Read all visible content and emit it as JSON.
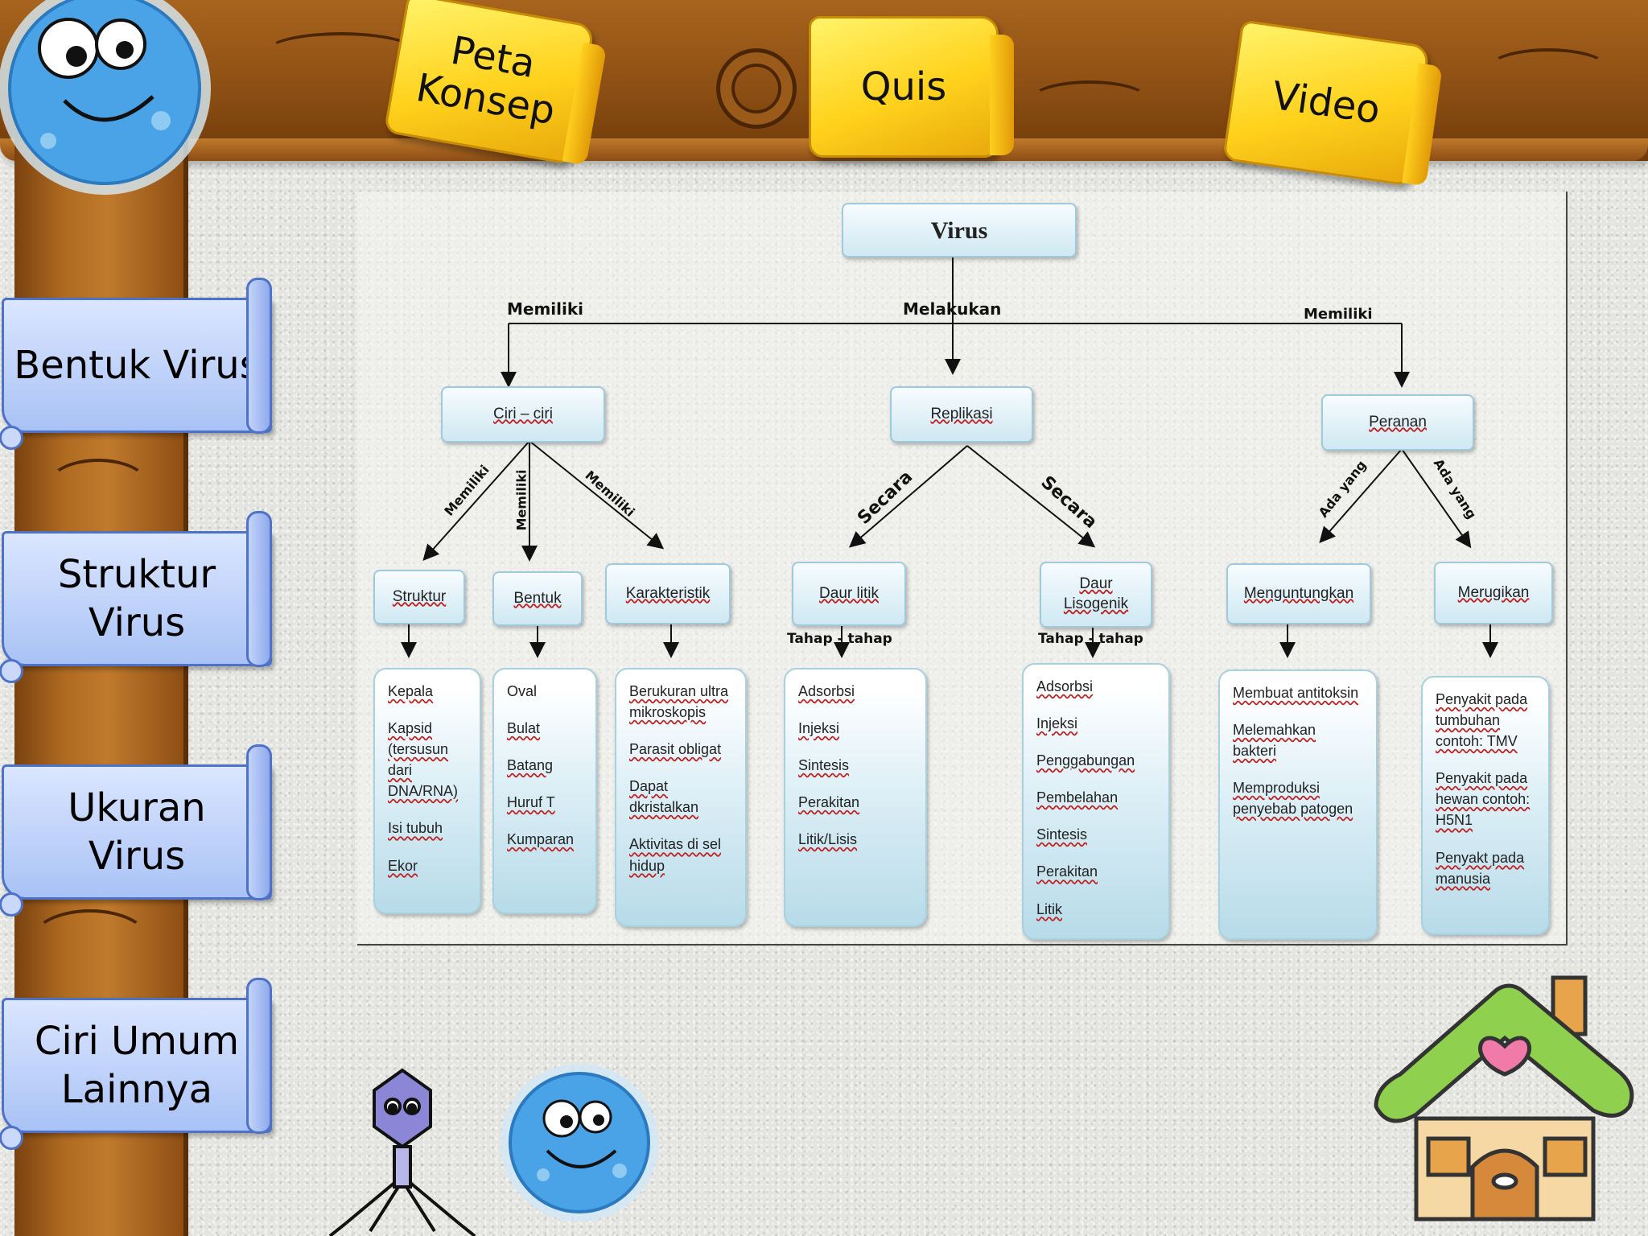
{
  "nav": {
    "folders": [
      {
        "label": "Peta Konsep",
        "line1": "Peta",
        "line2": "Konsep"
      },
      {
        "label": "Quis"
      },
      {
        "label": "Video"
      }
    ],
    "side_menu": [
      {
        "label": "Bentuk Virus"
      },
      {
        "label": "Struktur Virus",
        "line1": "Struktur",
        "line2": "Virus"
      },
      {
        "label": "Ukuran Virus",
        "line1": "Ukuran",
        "line2": "Virus"
      },
      {
        "label": "Ciri Umum Lainnya",
        "line1": "Ciri Umum",
        "line2": "Lainnya"
      }
    ]
  },
  "map": {
    "root": "Virus",
    "edge_labels": {
      "memiliki_left": "Memiliki",
      "melakukan": "Melakukan",
      "memiliki_right": "Memiliki",
      "ciri_1": "Memiliki",
      "ciri_2": "Memiliki",
      "ciri_3": "Memiliki",
      "secara_1": "Secara",
      "secara_2": "Secara",
      "ada_1": "Ada yang",
      "ada_2": "Ada yang",
      "tahap_1": "Tahap - tahap",
      "tahap_2": "Tahap - tahap"
    },
    "level1": {
      "ciri": "Ciri – ciri",
      "replikasi": "Replikasi",
      "peranan": "Peranan"
    },
    "level2": {
      "struktur": "Struktur",
      "bentuk": "Bentuk",
      "karakteristik": "Karakteristik",
      "daur_litik": "Daur litik",
      "daur_lisogenik": "Daur Lisogenik",
      "menguntungkan": "Menguntungkan",
      "merugikan": "Merugikan"
    },
    "lists": {
      "struktur": [
        "Kepala",
        "Kapsid (tersusun dari DNA/RNA)",
        "Isi tubuh",
        "Ekor"
      ],
      "bentuk": [
        "Oval",
        "Bulat",
        "Batang",
        "Huruf T",
        "Kumparan"
      ],
      "karakteristik": [
        "Berukuran ultra mikroskopis",
        "Parasit obligat",
        "Dapat dkristalkan",
        "Aktivitas di sel hidup"
      ],
      "daur_litik": [
        "Adsorbsi",
        "Injeksi",
        "Sintesis",
        "Perakitan",
        "Litik/Lisis"
      ],
      "daur_lisogenik": [
        "Adsorbsi",
        "Injeksi",
        "Penggabungan",
        "Pembelahan",
        "Sintesis",
        "Perakitan",
        "Litik"
      ],
      "menguntungkan": [
        "Membuat antitoksin",
        "Melemahkan bakteri",
        "Memproduksi penyebab patogen"
      ],
      "merugikan": [
        "Penyakit pada tumbuhan contoh: TMV",
        "Penyakit pada hewan contoh: H5N1",
        "Penyakt pada manusia"
      ]
    }
  },
  "icons": {
    "mascot_top": "virus-mascot-icon",
    "mascot_bottom": "virus-mascot-icon",
    "bacteriophage": "bacteriophage-icon",
    "home": "home-icon"
  },
  "colors": {
    "folder": "#ffd21c",
    "scroll": "#a9c2f5",
    "node": "#cfe8f2",
    "wood": "#8a4d12"
  }
}
